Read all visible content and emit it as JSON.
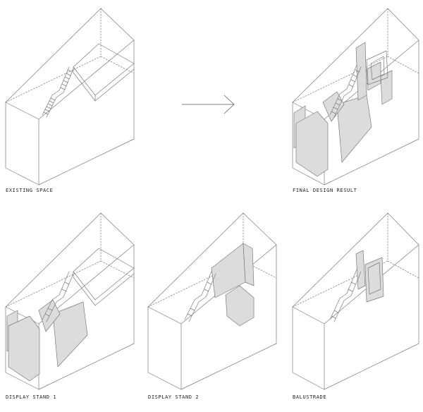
{
  "captions": {
    "existing": "EXISTING SPACE",
    "final": "FINAL DESIGN RESULT",
    "stand1": "DISPLAY STAND 1",
    "stand2": "DISPLAY STAND 2",
    "balustrade": "BALUSTRADE"
  },
  "colors": {
    "line": "#7a7a7a",
    "dark_line": "#555555",
    "panel_fill": "#dcdcdc",
    "background": "#ffffff"
  }
}
